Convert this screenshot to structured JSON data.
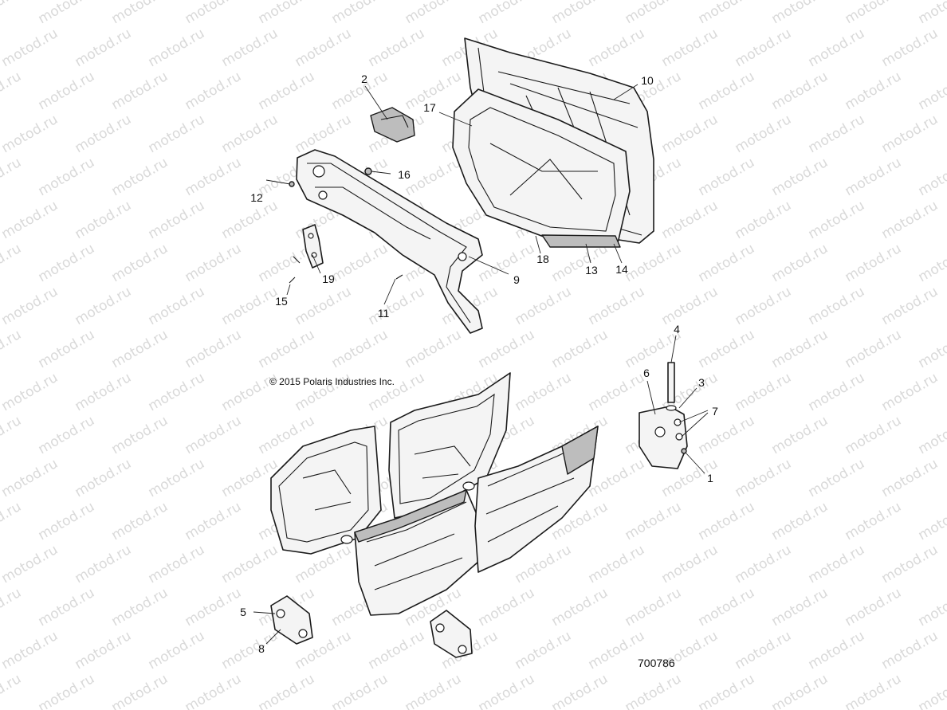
{
  "watermark": {
    "text": "motod.ru"
  },
  "copyright": "© 2015 Polaris Industries Inc.",
  "diagram_id": "700786",
  "callouts": [
    "1",
    "2",
    "3",
    "4",
    "5",
    "6",
    "7",
    "8",
    "9",
    "10",
    "11",
    "12",
    "13",
    "14",
    "15",
    "16",
    "17",
    "18",
    "19"
  ]
}
